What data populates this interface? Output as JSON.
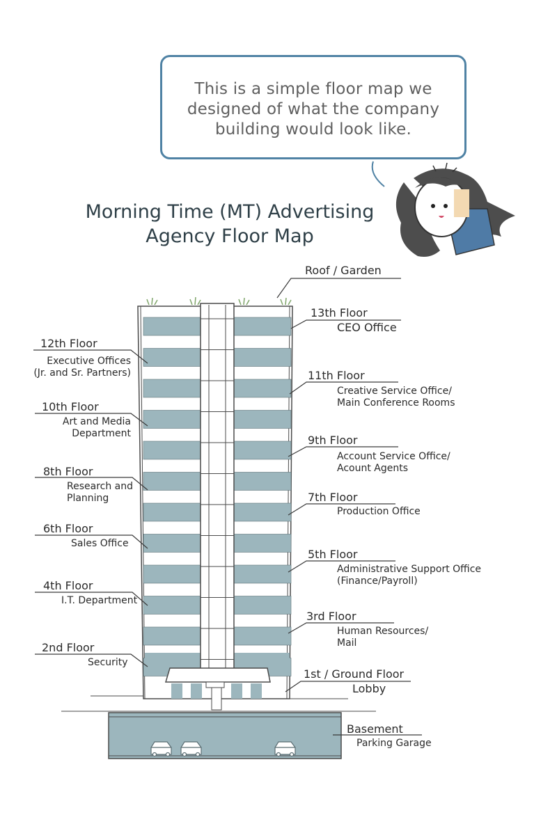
{
  "bubble": {
    "line1": "This is a simple floor map we",
    "line2": "designed of what the company",
    "line3": "building would look like."
  },
  "title": {
    "line1": "Morning Time (MT) Advertising",
    "line2": "Agency Floor Map"
  },
  "floors": {
    "roof": {
      "name": "Roof / Garden"
    },
    "f13": {
      "name": "13th Floor",
      "desc": "CEO Office"
    },
    "f12": {
      "name": "12th Floor",
      "desc1": "Executive Offices",
      "desc2": "(Jr. and Sr. Partners)"
    },
    "f11": {
      "name": "11th Floor",
      "desc1": "Creative Service Office/",
      "desc2": "Main Conference Rooms"
    },
    "f10": {
      "name": "10th Floor",
      "desc1": "Art and Media",
      "desc2": "Department"
    },
    "f9": {
      "name": "9th Floor",
      "desc1": "Account Service Office/",
      "desc2": "Acount Agents"
    },
    "f8": {
      "name": "8th Floor",
      "desc1": "Research and",
      "desc2": "Planning"
    },
    "f7": {
      "name": "7th Floor",
      "desc": "Production Office"
    },
    "f6": {
      "name": "6th Floor",
      "desc": "Sales Office"
    },
    "f5": {
      "name": "5th Floor",
      "desc1": "Administrative Support Office",
      "desc2": "(Finance/Payroll)"
    },
    "f4": {
      "name": "4th Floor",
      "desc": "I.T. Department"
    },
    "f3": {
      "name": "3rd Floor",
      "desc1": "Human Resources/",
      "desc2": "Mail"
    },
    "f2": {
      "name": "2nd Floor",
      "desc": "Security"
    },
    "f1": {
      "name": "1st / Ground Floor",
      "desc": "Lobby"
    },
    "basement": {
      "name": "Basement",
      "desc": "Parking Garage"
    }
  },
  "colors": {
    "window": "#9cb6bd",
    "outline": "#4a4a4a",
    "bubble_border": "#4f82a4",
    "hair": "#4d4d4d",
    "shirt": "#4f7ba6"
  }
}
